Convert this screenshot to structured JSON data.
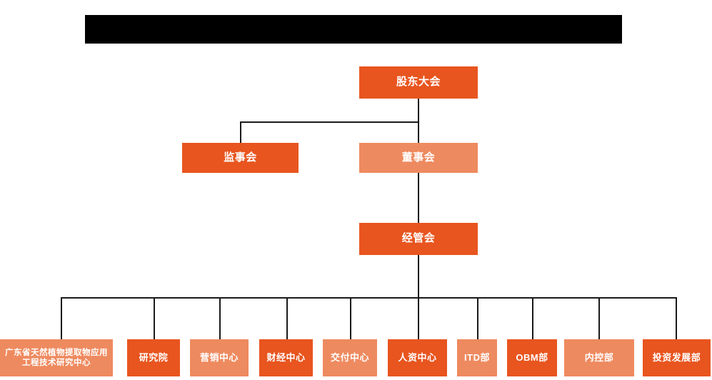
{
  "header": {
    "banner_text": "",
    "banner_color": "#000000"
  },
  "colors": {
    "dark_orange": "#e8551f",
    "light_orange": "#ee8a5f",
    "connector": "#1a1a1a",
    "background": "#ffffff",
    "node_text": "#ffffff"
  },
  "chart_data": {
    "type": "diagram",
    "diagram_kind": "organization-chart",
    "title": "",
    "nodes": [
      {
        "id": "shareholders",
        "label": "股东大会",
        "level": 0,
        "tone": "dark"
      },
      {
        "id": "supervisors",
        "label": "监事会",
        "level": 1,
        "tone": "dark"
      },
      {
        "id": "directors",
        "label": "董事会",
        "level": 1,
        "tone": "light"
      },
      {
        "id": "management",
        "label": "经管会",
        "level": 2,
        "tone": "dark"
      },
      {
        "id": "leaf0",
        "label": "广东省天然植物提取物应用工程技术研究中心",
        "level": 3,
        "tone": "light"
      },
      {
        "id": "leaf1",
        "label": "研究院",
        "level": 3,
        "tone": "dark"
      },
      {
        "id": "leaf2",
        "label": "营销中心",
        "level": 3,
        "tone": "light"
      },
      {
        "id": "leaf3",
        "label": "财经中心",
        "level": 3,
        "tone": "dark"
      },
      {
        "id": "leaf4",
        "label": "交付中心",
        "level": 3,
        "tone": "light"
      },
      {
        "id": "leaf5",
        "label": "人资中心",
        "level": 3,
        "tone": "dark"
      },
      {
        "id": "leaf6",
        "label": "ITD部",
        "level": 3,
        "tone": "light"
      },
      {
        "id": "leaf7",
        "label": "OBM部",
        "level": 3,
        "tone": "dark"
      },
      {
        "id": "leaf8",
        "label": "内控部",
        "level": 3,
        "tone": "light"
      },
      {
        "id": "leaf9",
        "label": "投资发展部",
        "level": 3,
        "tone": "dark"
      }
    ],
    "edges": [
      {
        "from": "shareholders",
        "to": "supervisors"
      },
      {
        "from": "shareholders",
        "to": "directors"
      },
      {
        "from": "directors",
        "to": "management"
      },
      {
        "from": "management",
        "to": "leaf0"
      },
      {
        "from": "management",
        "to": "leaf1"
      },
      {
        "from": "management",
        "to": "leaf2"
      },
      {
        "from": "management",
        "to": "leaf3"
      },
      {
        "from": "management",
        "to": "leaf4"
      },
      {
        "from": "management",
        "to": "leaf5"
      },
      {
        "from": "management",
        "to": "leaf6"
      },
      {
        "from": "management",
        "to": "leaf7"
      },
      {
        "from": "management",
        "to": "leaf8"
      },
      {
        "from": "management",
        "to": "leaf9"
      }
    ]
  },
  "nodes": {
    "shareholders": "股东大会",
    "supervisors": "监事会",
    "directors": "董事会",
    "management": "经管会",
    "leaves": [
      "广东省天然植物提取物应用工程技术研究中心",
      "研究院",
      "营销中心",
      "财经中心",
      "交付中心",
      "人资中心",
      "ITD部",
      "OBM部",
      "内控部",
      "投资发展部"
    ]
  }
}
